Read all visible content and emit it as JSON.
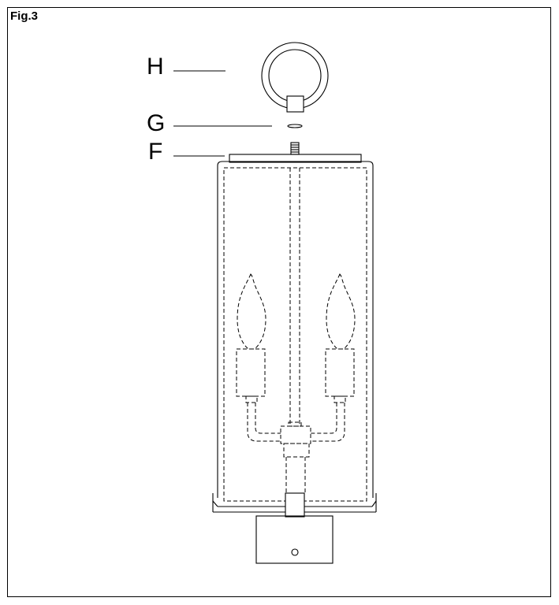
{
  "figure": {
    "label": "Fig.3"
  },
  "parts": [
    {
      "id": "H",
      "label": "H"
    },
    {
      "id": "G",
      "label": "G"
    },
    {
      "id": "F",
      "label": "F"
    }
  ],
  "colors": {
    "line": "#000000",
    "background": "#ffffff"
  }
}
